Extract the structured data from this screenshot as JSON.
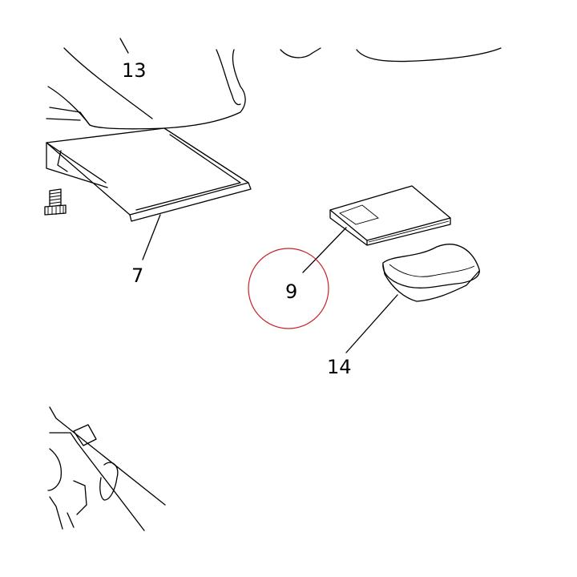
{
  "diagram": {
    "labels": {
      "part_13": "13",
      "part_7": "7",
      "part_9": "9",
      "part_14": "14"
    },
    "highlight": {
      "target_label": "9",
      "color": "#c8202a"
    }
  }
}
